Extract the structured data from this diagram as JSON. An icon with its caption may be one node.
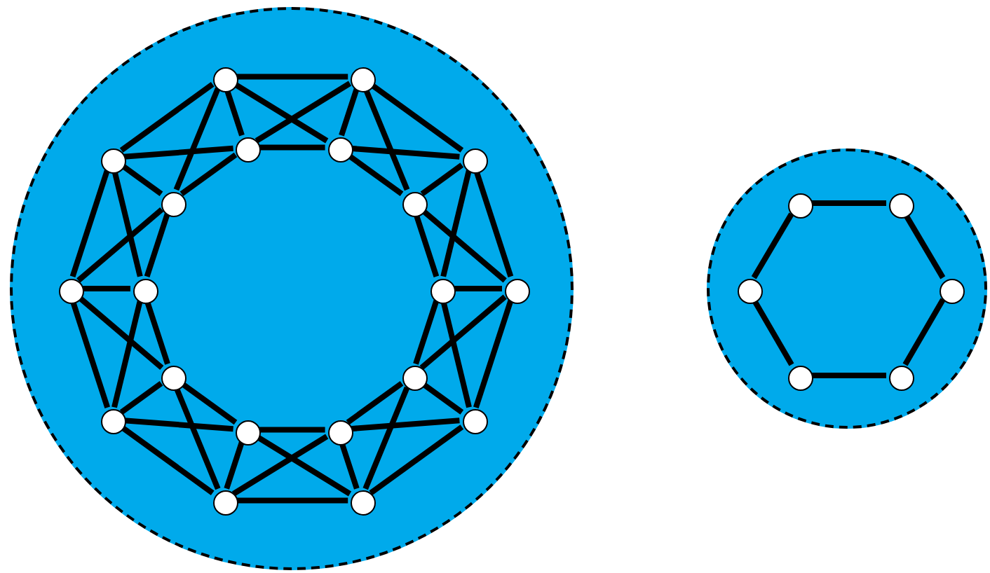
{
  "diagram": {
    "nodes": [
      {
        "text": [],
        "shape": "circle"
      },
      {
        "text": [],
        "shape": "circle",
        "in": 0
      },
      {
        "text": [],
        "shape": "circle",
        "in": 0
      },
      {
        "text": [],
        "shape": "circle",
        "in": 0
      },
      {
        "text": [],
        "shape": "circle",
        "in": 0
      },
      {
        "text": [],
        "shape": "circle",
        "in": 0
      },
      {
        "text": [],
        "shape": "circle",
        "in": 0
      },
      {
        "text": [],
        "shape": "circle",
        "in": 0
      },
      {
        "text": [],
        "shape": "circle",
        "in": 0
      },
      {
        "text": [],
        "shape": "circle",
        "in": 0
      },
      {
        "text": [],
        "shape": "circle",
        "in": 0
      },
      {
        "text": [],
        "shape": "circle",
        "in": 0
      },
      {
        "text": [],
        "shape": "circle",
        "in": 0
      },
      {
        "text": [],
        "shape": "circle",
        "in": 0
      },
      {
        "text": [],
        "shape": "circle",
        "in": 0
      },
      {
        "text": [],
        "shape": "circle",
        "in": 0
      },
      {
        "text": [],
        "shape": "circle",
        "in": 0
      },
      {
        "text": [],
        "shape": "circle",
        "in": 0
      },
      {
        "text": [],
        "shape": "circle",
        "in": 0
      },
      {
        "text": [],
        "shape": "circle",
        "in": 0
      },
      {
        "text": [],
        "shape": "circle",
        "in": 0
      },
      {
        "text": [],
        "shape": "circle"
      },
      {
        "text": [],
        "shape": "circle",
        "in": 21
      },
      {
        "text": [],
        "shape": "circle",
        "in": 21
      },
      {
        "text": [],
        "shape": "circle",
        "in": 21
      },
      {
        "text": [],
        "shape": "circle",
        "in": 21
      },
      {
        "text": [],
        "shape": "circle",
        "in": 21
      },
      {
        "text": [],
        "shape": "circle",
        "in": 21
      }
    ],
    "edges": [
      {
        "from": 1,
        "to": 2,
        "arrow": "none"
      },
      {
        "from": 1,
        "to": 3,
        "arrow": "none"
      },
      {
        "from": 2,
        "to": 4,
        "arrow": "none"
      },
      {
        "from": 1,
        "to": 4,
        "arrow": "none"
      },
      {
        "from": 2,
        "to": 3,
        "arrow": "none"
      },
      {
        "from": 3,
        "to": 4,
        "arrow": "none"
      },
      {
        "from": 3,
        "to": 5,
        "arrow": "none"
      },
      {
        "from": 4,
        "to": 6,
        "arrow": "none"
      },
      {
        "from": 3,
        "to": 6,
        "arrow": "none"
      },
      {
        "from": 4,
        "to": 5,
        "arrow": "none"
      },
      {
        "from": 5,
        "to": 6,
        "arrow": "none"
      },
      {
        "from": 5,
        "to": 7,
        "arrow": "none"
      },
      {
        "from": 6,
        "to": 8,
        "arrow": "none"
      },
      {
        "from": 5,
        "to": 8,
        "arrow": "none"
      },
      {
        "from": 6,
        "to": 7,
        "arrow": "none"
      },
      {
        "from": 7,
        "to": 8,
        "arrow": "none"
      },
      {
        "from": 7,
        "to": 9,
        "arrow": "none"
      },
      {
        "from": 8,
        "to": 10,
        "arrow": "none"
      },
      {
        "from": 7,
        "to": 10,
        "arrow": "none"
      },
      {
        "from": 8,
        "to": 9,
        "arrow": "none"
      },
      {
        "from": 9,
        "to": 10,
        "arrow": "none"
      },
      {
        "from": 9,
        "to": 11,
        "arrow": "none"
      },
      {
        "from": 10,
        "to": 12,
        "arrow": "none"
      },
      {
        "from": 9,
        "to": 12,
        "arrow": "none"
      },
      {
        "from": 10,
        "to": 11,
        "arrow": "none"
      },
      {
        "from": 11,
        "to": 12,
        "arrow": "none"
      },
      {
        "from": 11,
        "to": 13,
        "arrow": "none"
      },
      {
        "from": 12,
        "to": 14,
        "arrow": "none"
      },
      {
        "from": 11,
        "to": 14,
        "arrow": "none"
      },
      {
        "from": 12,
        "to": 13,
        "arrow": "none"
      },
      {
        "from": 13,
        "to": 14,
        "arrow": "none"
      },
      {
        "from": 13,
        "to": 15,
        "arrow": "none"
      },
      {
        "from": 14,
        "to": 16,
        "arrow": "none"
      },
      {
        "from": 13,
        "to": 16,
        "arrow": "none"
      },
      {
        "from": 14,
        "to": 15,
        "arrow": "none"
      },
      {
        "from": 15,
        "to": 16,
        "arrow": "none"
      },
      {
        "from": 15,
        "to": 17,
        "arrow": "none"
      },
      {
        "from": 16,
        "to": 18,
        "arrow": "none"
      },
      {
        "from": 15,
        "to": 18,
        "arrow": "none"
      },
      {
        "from": 16,
        "to": 17,
        "arrow": "none"
      },
      {
        "from": 17,
        "to": 18,
        "arrow": "none"
      },
      {
        "from": 17,
        "to": 19,
        "arrow": "none"
      },
      {
        "from": 18,
        "to": 20,
        "arrow": "none"
      },
      {
        "from": 17,
        "to": 20,
        "arrow": "none"
      },
      {
        "from": 18,
        "to": 19,
        "arrow": "none"
      },
      {
        "from": 19,
        "to": 20,
        "arrow": "none"
      },
      {
        "from": 19,
        "to": 1,
        "arrow": "none"
      },
      {
        "from": 20,
        "to": 2,
        "arrow": "none"
      },
      {
        "from": 19,
        "to": 2,
        "arrow": "none"
      },
      {
        "from": 20,
        "to": 1,
        "arrow": "none"
      },
      {
        "from": 22,
        "to": 23,
        "arrow": "none"
      },
      {
        "from": 23,
        "to": 24,
        "arrow": "none"
      },
      {
        "from": 24,
        "to": 25,
        "arrow": "none"
      },
      {
        "from": 25,
        "to": 26,
        "arrow": "none"
      },
      {
        "from": 26,
        "to": 27,
        "arrow": "none"
      },
      {
        "from": 27,
        "to": 22,
        "arrow": "none"
      }
    ]
  }
}
